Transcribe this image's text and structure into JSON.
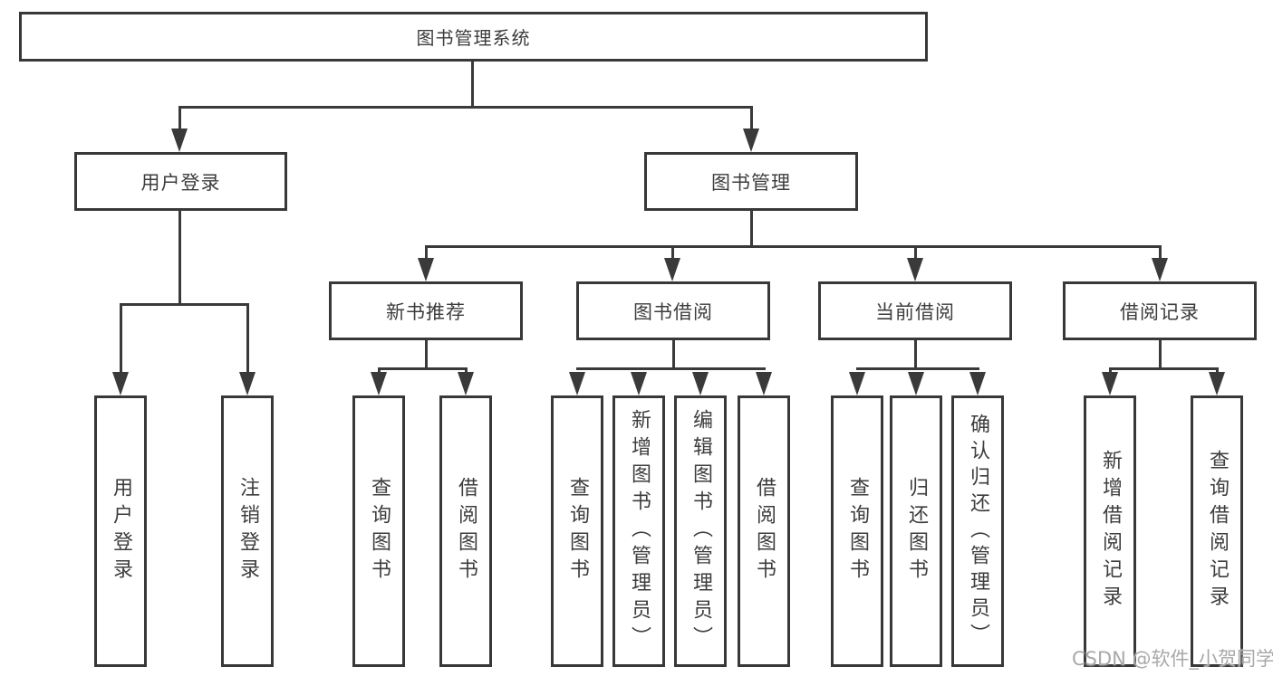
{
  "diagram": {
    "root": {
      "label": "图书管理系统",
      "children": [
        {
          "label": "用户登录",
          "children": [
            {
              "label": "用户登录"
            },
            {
              "label": "注销登录"
            }
          ]
        },
        {
          "label": "图书管理",
          "children": [
            {
              "label": "新书推荐",
              "children": [
                {
                  "label": "查询图书"
                },
                {
                  "label": "借阅图书"
                }
              ]
            },
            {
              "label": "图书借阅",
              "children": [
                {
                  "label": "查询图书"
                },
                {
                  "label": "新增图书（管理员）"
                },
                {
                  "label": "编辑图书（管理员）"
                },
                {
                  "label": "借阅图书"
                }
              ]
            },
            {
              "label": "当前借阅",
              "children": [
                {
                  "label": "查询图书"
                },
                {
                  "label": "归还图书"
                },
                {
                  "label": "确认归还（管理员）"
                }
              ]
            },
            {
              "label": "借阅记录",
              "children": [
                {
                  "label": "新增借阅记录"
                },
                {
                  "label": "查询借阅记录"
                }
              ]
            }
          ]
        }
      ]
    }
  },
  "watermark": "CSDN @软件_小贺同学",
  "colors": {
    "line": "#3a3a3a",
    "box_border": "#383838",
    "text": "#3d3d3d",
    "watermark": "#a9a9a9",
    "background": "#ffffff"
  }
}
